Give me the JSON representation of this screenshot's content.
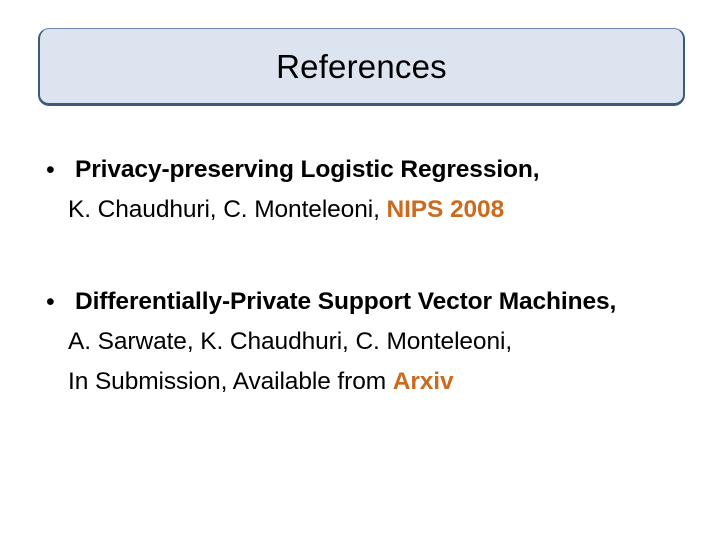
{
  "slide": {
    "title": "References",
    "accent_color": "#CC6B1E",
    "title_box_fill": "#DCE4EF",
    "title_box_border": "#3C5A7C",
    "bullet_glyph": "•",
    "references": [
      {
        "title_line": "Privacy-preserving Logistic Regression,",
        "authors_line": "K. Chaudhuri, C. Monteleoni, ",
        "venue": "NIPS 2008",
        "venue_prefix": "",
        "status_line": "",
        "status_accent": ""
      },
      {
        "title_line": "Differentially-Private Support Vector Machines,",
        "authors_line": "A. Sarwate, K. Chaudhuri, C. Monteleoni,",
        "venue": "",
        "venue_prefix": "",
        "status_line": "In Submission, Available from ",
        "status_accent": "Arxiv"
      }
    ]
  }
}
